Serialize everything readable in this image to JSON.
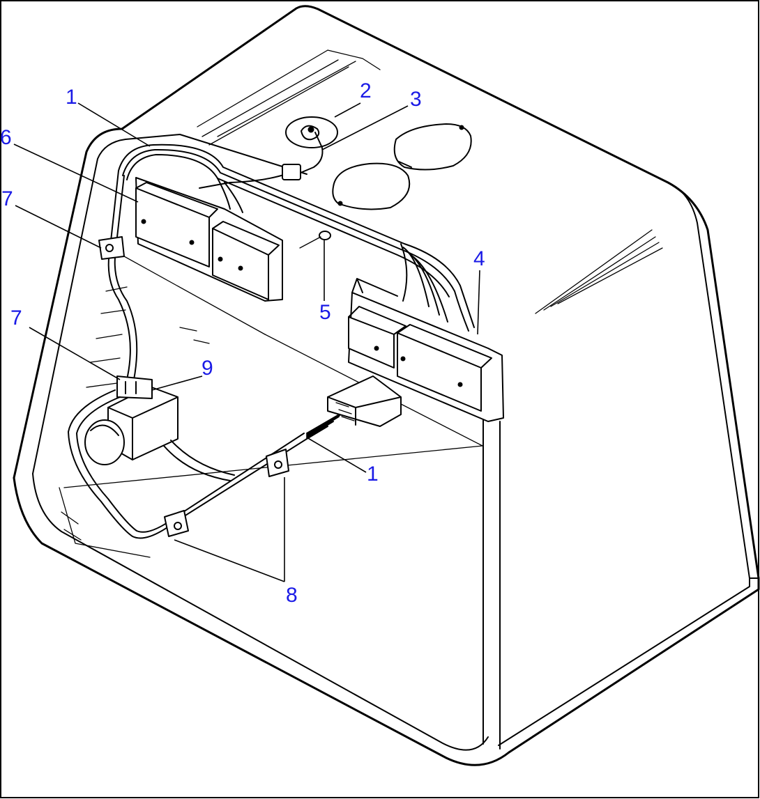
{
  "callouts": {
    "c1_top": "1",
    "c2": "2",
    "c3": "3",
    "c4": "4",
    "c5": "5",
    "c6": "6",
    "c7_top": "7",
    "c7_bottom": "7",
    "c8": "8",
    "c9": "9",
    "c1_bottom": "1"
  },
  "colors": {
    "callout_text": "#1a1ae6",
    "line_art": "#000000",
    "background": "#ffffff"
  }
}
